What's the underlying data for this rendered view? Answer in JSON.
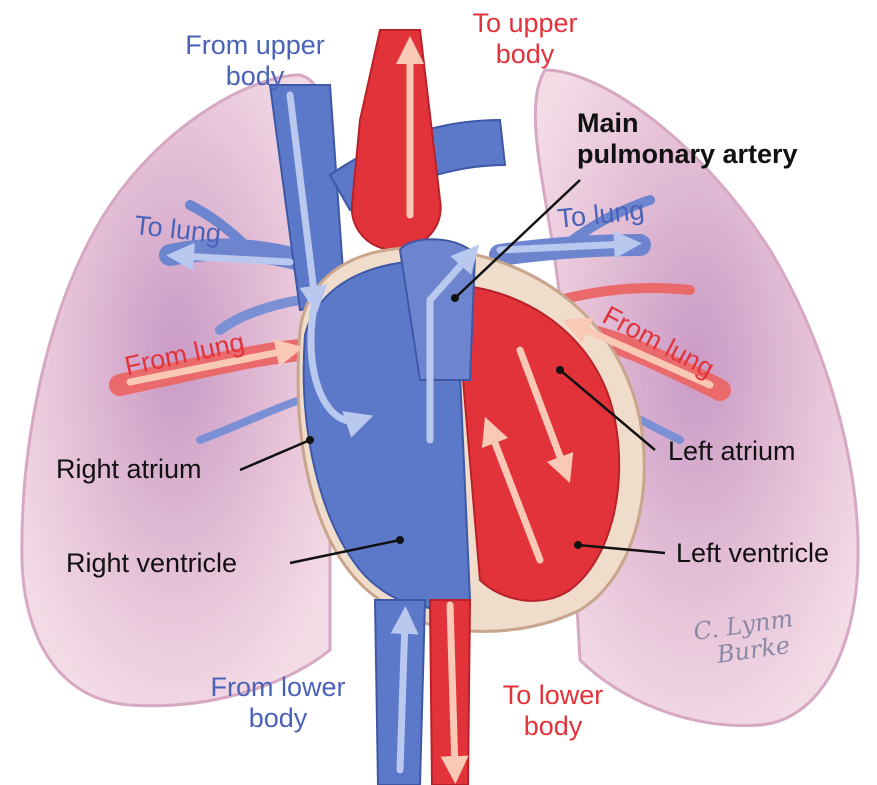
{
  "labels": {
    "from_upper_body": [
      "From upper",
      "body"
    ],
    "to_upper_body": [
      "To upper",
      "body"
    ],
    "main_pulmonary_artery": [
      "Main",
      "pulmonary artery"
    ],
    "to_lung_left": "To lung",
    "to_lung_right": "To lung",
    "from_lung_left": "From lung",
    "from_lung_right": "From lung",
    "right_atrium": "Right atrium",
    "left_atrium": "Left atrium",
    "right_ventricle": "Right ventricle",
    "left_ventricle": "Left ventricle",
    "from_lower_body": [
      "From lower",
      "body"
    ],
    "to_lower_body": [
      "To lower",
      "body"
    ]
  },
  "signature": [
    "C. Lynm",
    "Burke"
  ],
  "colors": {
    "deoxygenated": "#5b78c9",
    "oxygenated": "#e2333a",
    "lung_tissue": "#eac4d6",
    "flow_arrow": "#f6c4b2",
    "myocardium": "#efdccb"
  }
}
